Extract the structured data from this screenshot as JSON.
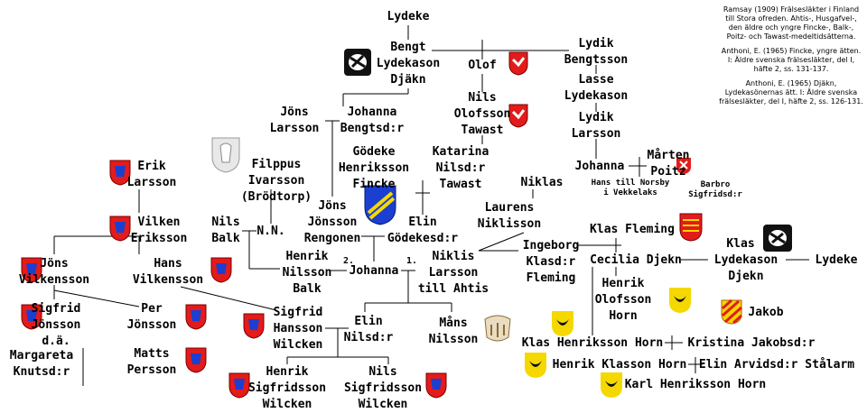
{
  "people": {
    "lydeke_top": "Lydeke",
    "bengt": [
      "Bengt",
      "Lydekason",
      "Djäkn"
    ],
    "lydik_bengtsson": [
      "Lydik",
      "Bengtsson"
    ],
    "olof": "Olof",
    "lasse": [
      "Lasse",
      "Lydekason"
    ],
    "nils_olofsson": [
      "Nils",
      "Olofsson",
      "Tawast"
    ],
    "lydik_larsson": [
      "Lydik",
      "Larsson"
    ],
    "jons_larsson": [
      "Jöns",
      "Larsson"
    ],
    "johanna_bengtsdr": [
      "Johanna",
      "Bengtsd:r"
    ],
    "godeke": [
      "Gödeke",
      "Henriksson",
      "Fincke"
    ],
    "katarina": [
      "Katarina",
      "Nilsd:r",
      "Tawast"
    ],
    "johanna_poitz": "Johanna",
    "marten": [
      "Mårten",
      "Poitz"
    ],
    "hans_norsby": [
      "Hans till Norsby",
      "i Vekkelaks"
    ],
    "barbro": [
      "Barbro",
      "Sigfridsd:r"
    ],
    "filppus": [
      "Filppus",
      "Ivarsson",
      "(Brödtorp)"
    ],
    "erik_larsson": [
      "Erik",
      "Larsson"
    ],
    "niklas": "Niklas",
    "laurens": [
      "Laurens",
      "Niklisson"
    ],
    "jons_rengonen": [
      "Jöns",
      "Jönsson",
      "Rengonen"
    ],
    "elin_godekesdr": [
      "Elin",
      "Gödekesd:r"
    ],
    "nils_balk": [
      "Nils",
      "Balk"
    ],
    "nn": "N.N.",
    "vilken": [
      "Vilken",
      "Eriksson"
    ],
    "klas_fleming": "Klas Fleming",
    "klas_right": "Klas",
    "jons_vilkensson": [
      "Jöns",
      "Vilkensson"
    ],
    "hans_vilkensson": [
      "Hans",
      "Vilkensson"
    ],
    "henrik_balk": [
      "Henrik",
      "Nilsson",
      "Balk"
    ],
    "johanna_center": "Johanna",
    "niklis": [
      "Niklis",
      "Larsson",
      "till Ahtis"
    ],
    "ingeborg": [
      "Ingeborg",
      "Klasd:r",
      "Fleming"
    ],
    "cecilia": "Cecilia Djekn",
    "lydekason_djekn": [
      "Lydekason",
      "Djekn"
    ],
    "lydeke_right": "Lydeke",
    "henrik_olofsson": [
      "Henrik",
      "Olofsson",
      "Horn"
    ],
    "jakob": "Jakob",
    "sigfrid_jonsson": [
      "Sigfrid",
      "Jönsson",
      "d.ä."
    ],
    "per_jonsson": [
      "Per",
      "Jönsson"
    ],
    "sigfrid_hansson": [
      "Sigfrid",
      "Hansson",
      "Wilcken"
    ],
    "elin_nilsdr": [
      "Elin",
      "Nilsd:r"
    ],
    "mans": [
      "Måns",
      "Nilsson"
    ],
    "klas_horn": "Klas Henriksson Horn",
    "kristina": "Kristina Jakobsd:r",
    "margareta": [
      "Margareta",
      "Knutsd:r"
    ],
    "matts": [
      "Matts",
      "Persson"
    ],
    "henrik_klasson": "Henrik Klasson Horn",
    "elin_arvidsdr": "Elin Arvidsd:r Stålarm",
    "henrik_sigfridsson": [
      "Henrik",
      "Sigfridsson",
      "Wilcken"
    ],
    "nils_sigfridsson": [
      "Nils",
      "Sigfridsson",
      "Wilcken"
    ],
    "karl": "Karl Henriksson Horn"
  },
  "marriage_numbers": {
    "first": "1.",
    "second": "2."
  },
  "references": [
    "Ramsay (1909) Frälsesläkter i Finland till Stora ofreden. Ahtis-, Husgafvel-, den äldre och yngre Fincke-, Balk-, Poitz- och Tawast-medeltidsätterna.",
    "Anthoni, E. (1965) Fincke, yngre ätten. I: Äldre svenska frälsesläkter, del I, häfte 2, ss. 131-137.",
    "Anthoni, E. (1965) Djäkn, Lydekasönernas ätt. I: Äldre svenska frälsesläkter, del I, häfte 2, ss. 126-131."
  ],
  "colors": {
    "red_shield": "#e31b1b",
    "blue_shield": "#1a3fd1",
    "gold": "#f5d800",
    "orange": "#e88a10"
  }
}
